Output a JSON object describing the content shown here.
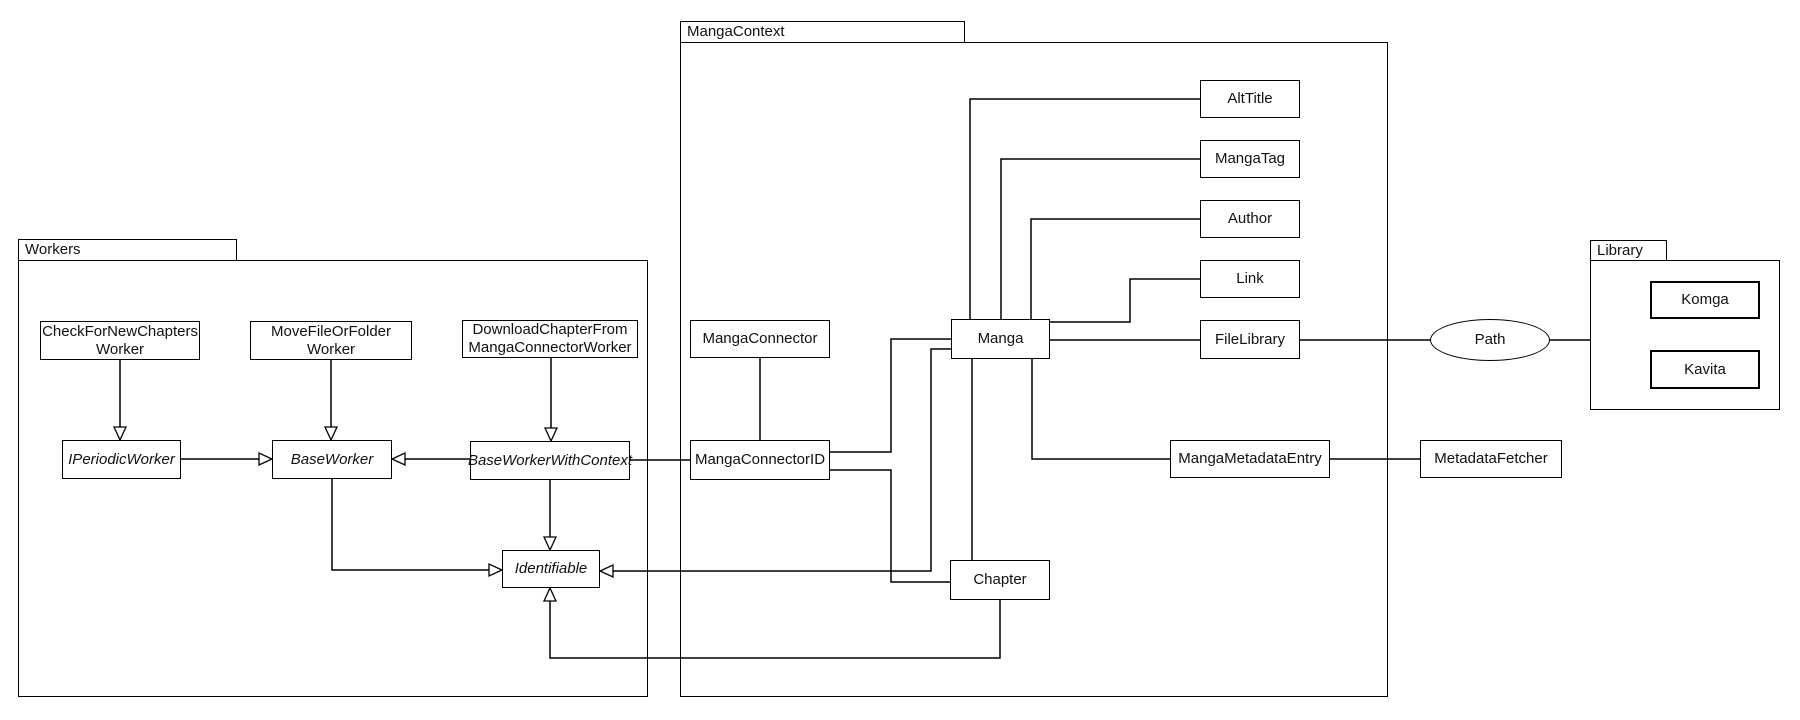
{
  "packages": {
    "workers": {
      "label": "Workers"
    },
    "mangaContext": {
      "label": "MangaContext"
    },
    "library": {
      "label": "Library"
    }
  },
  "nodes": {
    "checkForNewChaptersWorker": {
      "line1": "CheckForNewChapters",
      "line2": "Worker"
    },
    "moveFileOrFolderWorker": {
      "line1": "MoveFileOrFolder",
      "line2": "Worker"
    },
    "downloadChapterFromMangaConnectorWorker": {
      "line1": "DownloadChapterFrom",
      "line2": "MangaConnectorWorker"
    },
    "iPeriodicWorker": {
      "label": "IPeriodicWorker",
      "abstract": true
    },
    "baseWorker": {
      "label": "BaseWorker",
      "abstract": true
    },
    "baseWorkerWithContext": {
      "label": "BaseWorkerWithContext",
      "abstract": true
    },
    "identifiable": {
      "label": "Identifiable",
      "abstract": true
    },
    "mangaConnector": {
      "label": "MangaConnector"
    },
    "mangaConnectorID": {
      "label": "MangaConnectorID"
    },
    "manga": {
      "label": "Manga"
    },
    "chapter": {
      "label": "Chapter"
    },
    "altTitle": {
      "label": "AltTitle"
    },
    "mangaTag": {
      "label": "MangaTag"
    },
    "author": {
      "label": "Author"
    },
    "link": {
      "label": "Link"
    },
    "fileLibrary": {
      "label": "FileLibrary"
    },
    "mangaMetadataEntry": {
      "label": "MangaMetadataEntry"
    },
    "metadataFetcher": {
      "label": "MetadataFetcher"
    },
    "komga": {
      "label": "Komga"
    },
    "kavita": {
      "label": "Kavita"
    },
    "path": {
      "label": "Path",
      "shape": "ellipse"
    }
  },
  "edges": [
    {
      "from": "CheckForNewChaptersWorker",
      "to": "IPeriodicWorker",
      "type": "generalization"
    },
    {
      "from": "MoveFileOrFolderWorker",
      "to": "BaseWorker",
      "type": "generalization"
    },
    {
      "from": "DownloadChapterFromMangaConnectorWorker",
      "to": "BaseWorkerWithContext",
      "type": "generalization"
    },
    {
      "from": "IPeriodicWorker",
      "to": "BaseWorker",
      "type": "generalization"
    },
    {
      "from": "BaseWorkerWithContext",
      "to": "BaseWorker",
      "type": "generalization"
    },
    {
      "from": "BaseWorker",
      "to": "Identifiable",
      "type": "generalization"
    },
    {
      "from": "BaseWorkerWithContext",
      "to": "Identifiable",
      "type": "generalization"
    },
    {
      "from": "Chapter",
      "to": "Identifiable",
      "type": "generalization"
    },
    {
      "from": "Manga",
      "to": "Identifiable",
      "type": "generalization"
    },
    {
      "from": "BaseWorkerWithContext",
      "to": "MangaConnectorID",
      "type": "association"
    },
    {
      "from": "MangaConnector",
      "to": "MangaConnectorID",
      "type": "association"
    },
    {
      "from": "MangaConnectorID",
      "to": "Manga",
      "type": "association"
    },
    {
      "from": "MangaConnectorID",
      "to": "Chapter",
      "type": "association"
    },
    {
      "from": "Manga",
      "to": "AltTitle",
      "type": "association"
    },
    {
      "from": "Manga",
      "to": "MangaTag",
      "type": "association"
    },
    {
      "from": "Manga",
      "to": "Author",
      "type": "association"
    },
    {
      "from": "Manga",
      "to": "Link",
      "type": "association"
    },
    {
      "from": "Manga",
      "to": "FileLibrary",
      "type": "association"
    },
    {
      "from": "Manga",
      "to": "Chapter",
      "type": "association"
    },
    {
      "from": "Manga",
      "to": "MangaMetadataEntry",
      "type": "association"
    },
    {
      "from": "FileLibrary",
      "to": "Path",
      "type": "association"
    },
    {
      "from": "Path",
      "to": "Library",
      "type": "association"
    },
    {
      "from": "MangaMetadataEntry",
      "to": "MetadataFetcher",
      "type": "association"
    }
  ],
  "colors": {
    "stroke": "#000000",
    "fill": "#ffffff",
    "text": "#111111"
  }
}
